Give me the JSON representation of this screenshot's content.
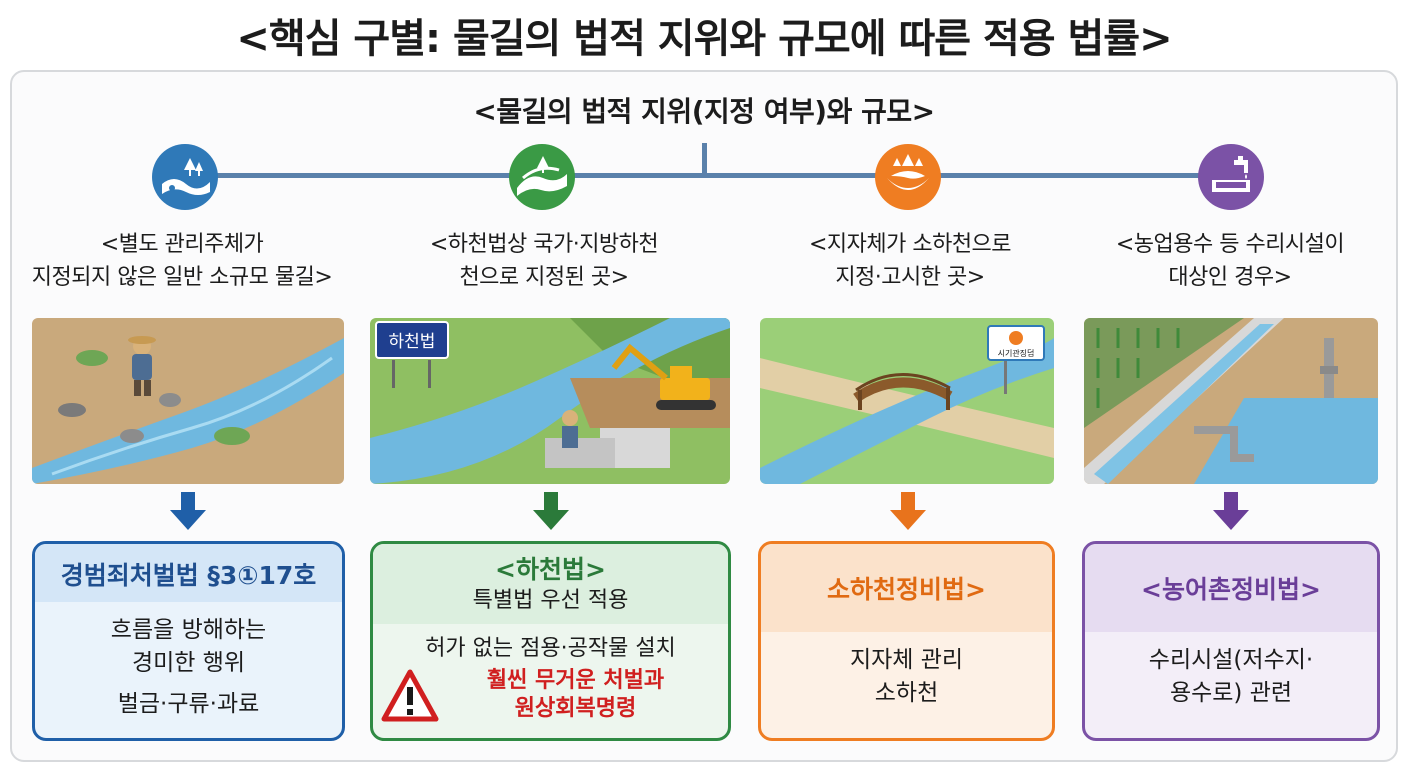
{
  "title": "<핵심 구별: 물길의 법적 지위와 규모에 따른 적용 법률>",
  "subtitle": "<물길의 법적 지위(지정 여부)와 규모>",
  "columns": [
    {
      "icon": "river-trees-icon",
      "color": "#2f79b8",
      "label_lines": [
        "<별도 관리주체가",
        "지정되지 않은 일반 소규모 물길>"
      ],
      "scene": "farmer-small-stream",
      "arrow_color": "#1f5fa8",
      "box": {
        "border": "#1f5fa8",
        "bg": "#eaf3fb",
        "head_bg": "#d4e6f7",
        "heading": "경범죄처벌법 §3①17호",
        "heading_color": "#1f4f8f",
        "lines": [
          "흐름을 방해하는",
          "경미한 행위",
          "벌금·구류·과료"
        ]
      }
    },
    {
      "icon": "river-hill-icon",
      "color": "#3a9a45",
      "label_lines": [
        "<하천법상 국가·지방하천",
        "천으로 지정된 곳>"
      ],
      "scene": "excavator-river",
      "scene_sign": "하천법",
      "arrow_color": "#2b7a3a",
      "box": {
        "border": "#2f8a43",
        "bg": "#edf6ee",
        "head_bg": "#dcefdf",
        "heading": "<하천법>",
        "heading_color": "#2b7a3a",
        "sub": "특별법 우선 적용",
        "lines": [
          "허가 없는 점용·공작물 설치"
        ],
        "warning_lines": [
          "훨씬 무거운 처벌과",
          "원상회복명령"
        ],
        "warning_color": "#d01f1f"
      }
    },
    {
      "icon": "water-hands-icon",
      "color": "#ef7d22",
      "label_lines": [
        "<지자체가 소하천으로",
        "지정·고시한 곳>"
      ],
      "scene": "bridge-canal",
      "scene_sign": "시기관징덤",
      "arrow_color": "#e8731c",
      "box": {
        "border": "#ef7d22",
        "bg": "#fdf1e6",
        "head_bg": "#fbe2cb",
        "heading": "소하천정비법>",
        "heading_color": "#e06a12",
        "lines": [
          "지자체 관리",
          "소하천"
        ]
      }
    },
    {
      "icon": "faucet-channel-icon",
      "color": "#7b52a6",
      "label_lines": [
        "<농업용수 등 수리시설이",
        "대상인 경우>"
      ],
      "scene": "irrigation-channel",
      "arrow_color": "#6a3e98",
      "box": {
        "border": "#7b52a6",
        "bg": "#f3eef8",
        "head_bg": "#e6dcf1",
        "heading": "<농어촌정비법>",
        "heading_color": "#6a3e98",
        "lines": [
          "수리시설(저수지·",
          "용수로) 관련"
        ]
      }
    }
  ]
}
